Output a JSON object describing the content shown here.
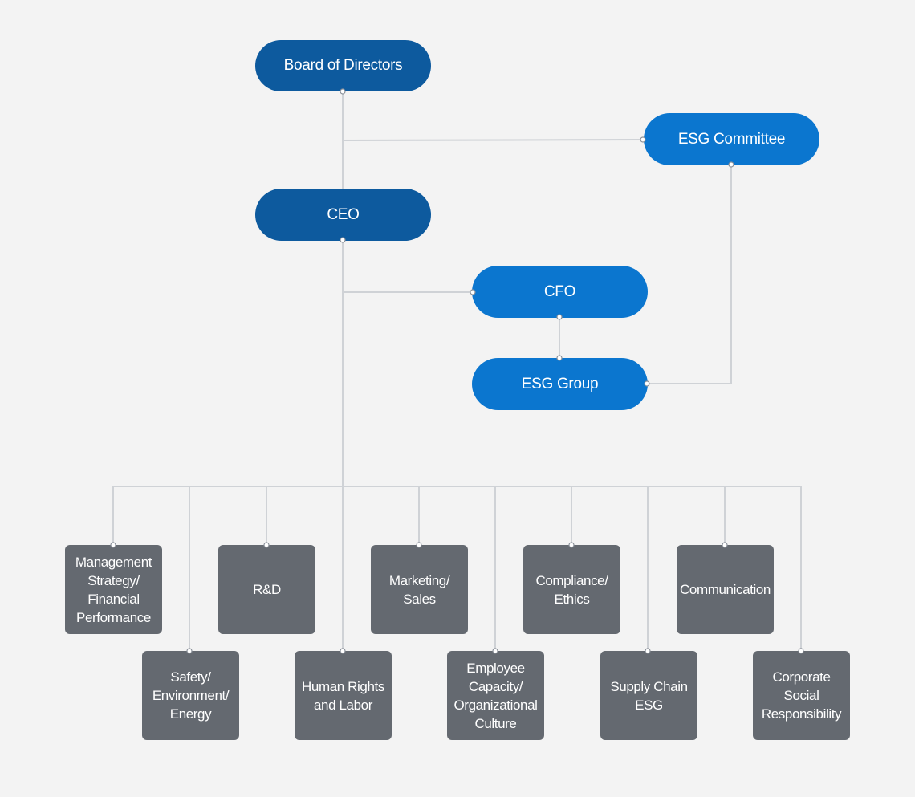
{
  "org_chart": {
    "board": "Board of Directors",
    "esg_committee": "ESG Committee",
    "ceo": "CEO",
    "cfo": "CFO",
    "esg_group": "ESG Group",
    "departments": [
      "Management\nStrategy/\nFinancial\nPerformance",
      "Safety/\nEnvironment/\nEnergy",
      "R&D",
      "Human Rights\nand Labor",
      "Marketing/\nSales",
      "Employee\nCapacity/\nOrganizational\nCulture",
      "Compliance/\nEthics",
      "Supply Chain\nESG",
      "Communication",
      "Corporate\nSocial\nResponsibility"
    ]
  },
  "colors": {
    "background": "#f3f3f3",
    "executive_node": "#0d5a9e",
    "esg_node": "#0b76cf",
    "department_node": "#646970",
    "connector": "#cfd2d6"
  }
}
